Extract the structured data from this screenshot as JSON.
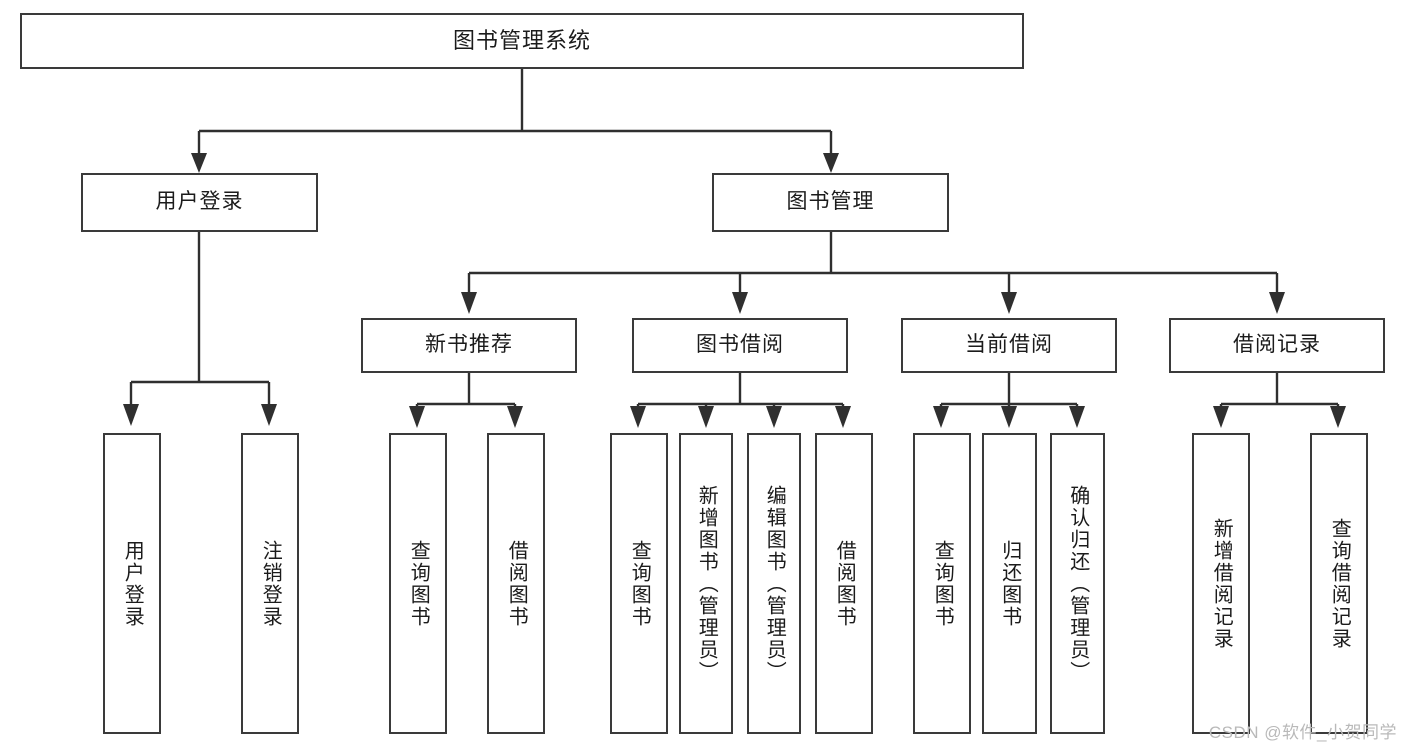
{
  "diagram": {
    "type": "tree-hierarchy",
    "title": "图书管理系统",
    "orientation": "top-down",
    "colors": {
      "stroke": "#2f2f2f",
      "box_border": "#3a3a3a",
      "box_fill": "#ffffff",
      "text": "#1b1b1b",
      "watermark": "#b9b9b9",
      "background": "#ffffff"
    },
    "root": {
      "label": "图书管理系统"
    },
    "level1": [
      {
        "label": "用户登录"
      },
      {
        "label": "图书管理"
      }
    ],
    "level2": [
      {
        "label": "新书推荐"
      },
      {
        "label": "图书借阅"
      },
      {
        "label": "当前借阅"
      },
      {
        "label": "借阅记录"
      }
    ],
    "leaves": {
      "user_login": [
        {
          "label": "用户登录"
        },
        {
          "label": "注销登录"
        }
      ],
      "new_book": [
        {
          "label": "查询图书"
        },
        {
          "label": "借阅图书"
        }
      ],
      "book_borrow": [
        {
          "label": "查询图书"
        },
        {
          "label": "新增图书（管理员）"
        },
        {
          "label": "编辑图书（管理员）"
        },
        {
          "label": "借阅图书"
        }
      ],
      "current_borrow": [
        {
          "label": "查询图书"
        },
        {
          "label": "归还图书"
        },
        {
          "label": "确认归还（管理员）"
        }
      ],
      "borrow_record": [
        {
          "label": "新增借阅记录"
        },
        {
          "label": "查询借阅记录"
        }
      ]
    }
  },
  "watermark": {
    "text": "CSDN @软件_小贺同学"
  }
}
